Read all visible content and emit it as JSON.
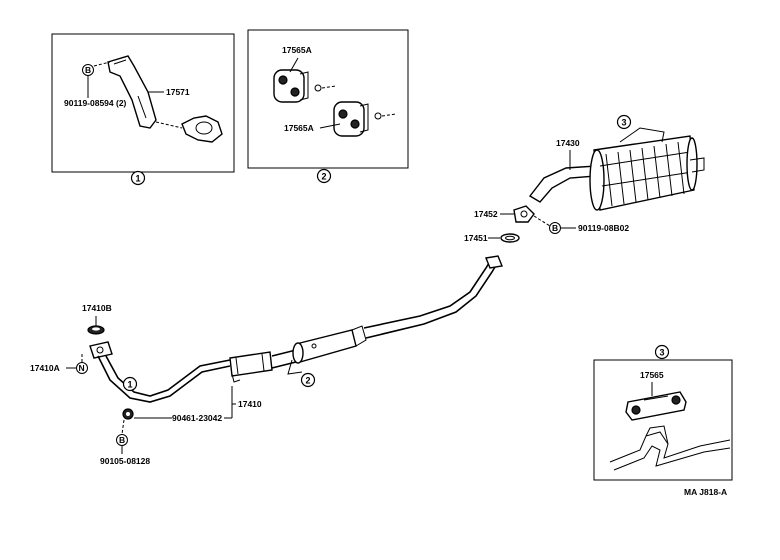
{
  "parts": {
    "p17571": "17571",
    "p90119_08594": "90119-08594 (2)",
    "p17565A_top": "17565A",
    "p17565A_bot": "17565A",
    "p17430": "17430",
    "p17452": "17452",
    "p17451": "17451",
    "p90119_08B02": "90119-08B02",
    "p17410B": "17410B",
    "p17410A": "17410A",
    "p90461": "90461-23042",
    "p17410": "17410",
    "p90105": "90105-08128",
    "p17565": "17565"
  },
  "fastener_letters": {
    "bolt": "B",
    "nut": "N"
  },
  "callouts": {
    "c1": "1",
    "c2": "2",
    "c3": "3"
  },
  "footer": {
    "diagram_code": "MA J818-A"
  }
}
